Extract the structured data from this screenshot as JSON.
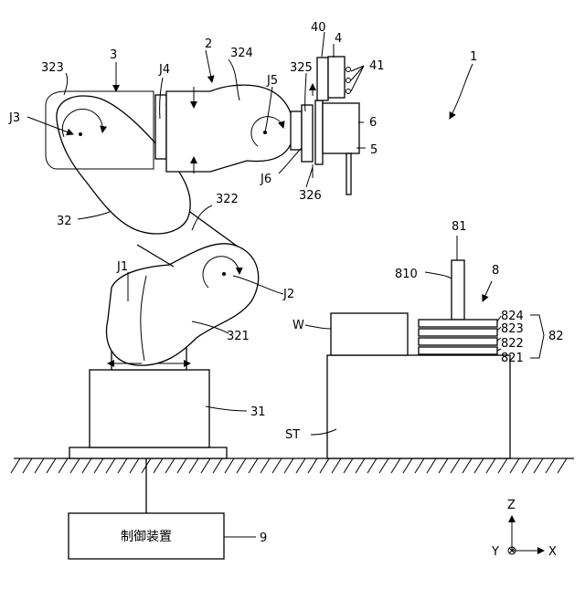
{
  "figure": {
    "controller_label": "制御装置",
    "labels": {
      "system": "1",
      "robot": "2",
      "arm": "3",
      "hand": "4",
      "sensor": "5",
      "camera": "6",
      "hand_base": "40",
      "fingers": "41",
      "base": "31",
      "link_32": "32",
      "link_321": "321",
      "link_322": "322",
      "link_323": "323",
      "link_324": "324",
      "link_325": "325",
      "link_326": "326",
      "j1": "J1",
      "j2": "J2",
      "j3": "J3",
      "j4": "J4",
      "j5": "J5",
      "j6": "J6",
      "workpiece": "W",
      "stage": "ST",
      "jig": "8",
      "jig_pin": "81",
      "jig_stack": "82",
      "pin_810": "810",
      "plate_824": "824",
      "plate_823": "823",
      "plate_822": "822",
      "plate_821": "821",
      "controller_ref": "9",
      "axis_z": "Z",
      "axis_y": "Y",
      "axis_x": "X"
    }
  }
}
